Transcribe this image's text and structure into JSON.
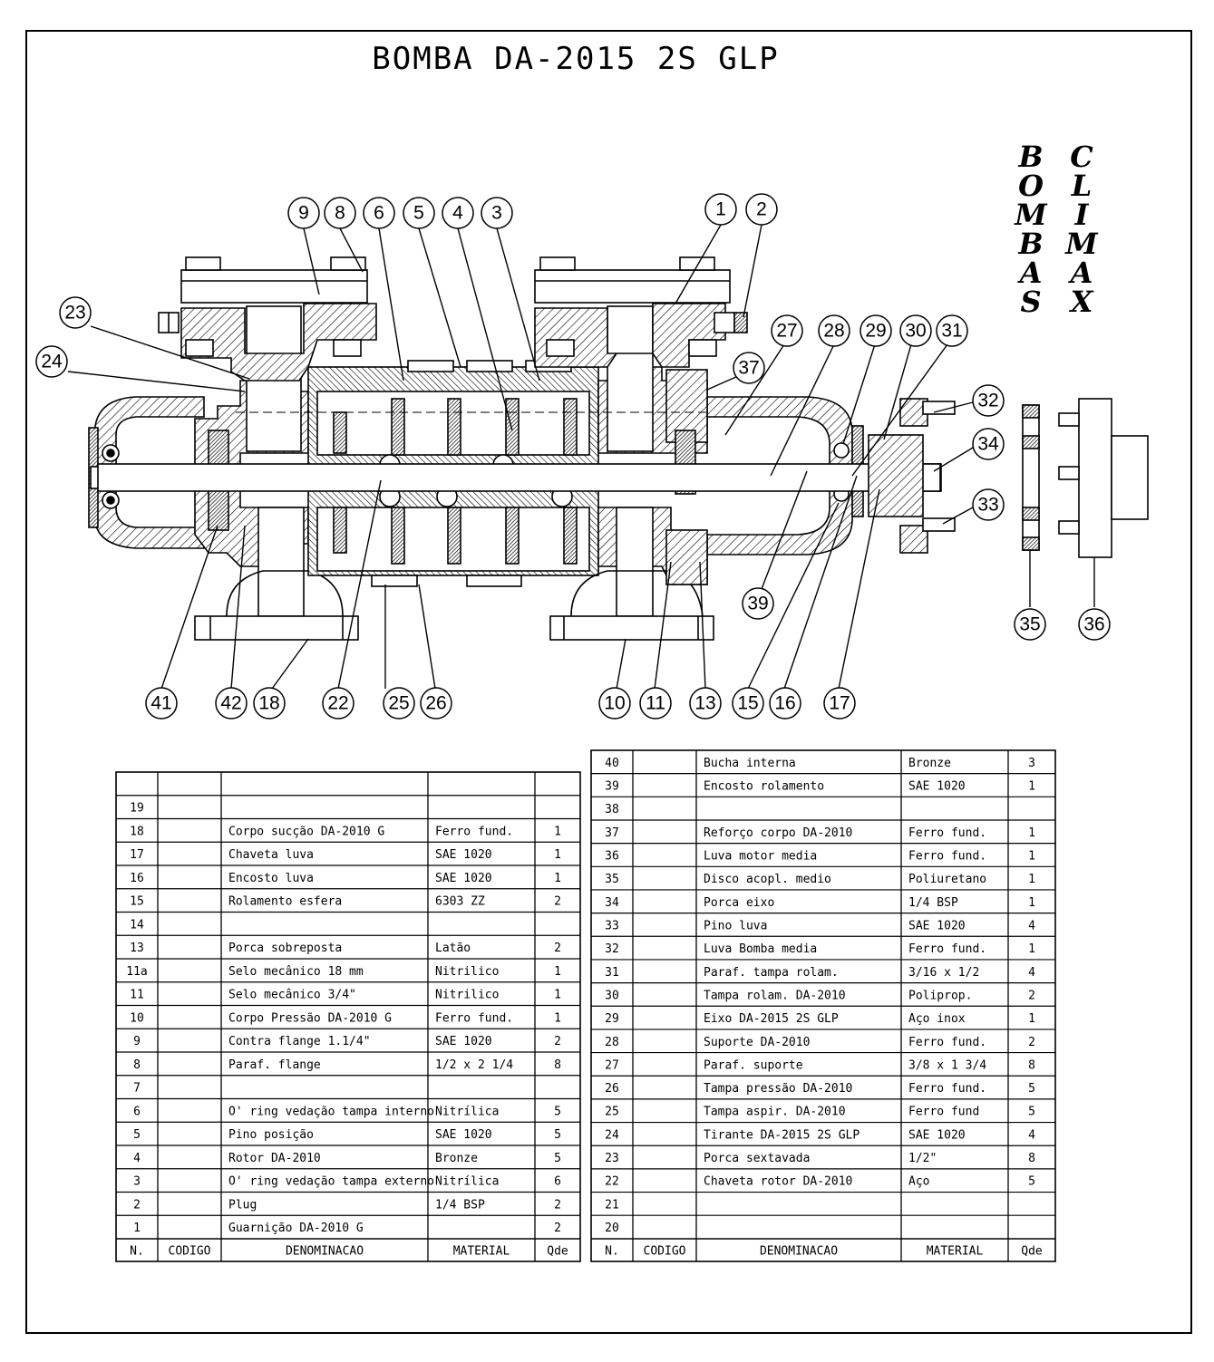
{
  "title": "BOMBA DA-2015 2S GLP",
  "brand": {
    "word1": [
      "B",
      "O",
      "M",
      "B",
      "A",
      "S"
    ],
    "word2": [
      "C",
      "L",
      "I",
      "M",
      "A",
      "X"
    ]
  },
  "callouts": [
    "1",
    "2",
    "3",
    "4",
    "5",
    "6",
    "8",
    "9",
    "10",
    "11",
    "13",
    "15",
    "16",
    "17",
    "18",
    "22",
    "23",
    "24",
    "25",
    "26",
    "27",
    "28",
    "29",
    "30",
    "31",
    "32",
    "33",
    "34",
    "35",
    "36",
    "37",
    "39",
    "41",
    "42"
  ],
  "table_headers": {
    "n": "N.",
    "codigo": "CODIGO",
    "denominacao": "DENOMINACAO",
    "material": "MATERIAL",
    "qde": "Qde"
  },
  "parts_left": [
    {
      "n": "",
      "name": "",
      "material": "",
      "qty": ""
    },
    {
      "n": "19",
      "name": "",
      "material": "",
      "qty": ""
    },
    {
      "n": "18",
      "name": "Corpo sucção DA-2010 G",
      "material": "Ferro fund.",
      "qty": "1"
    },
    {
      "n": "17",
      "name": "Chaveta luva",
      "material": "SAE 1020",
      "qty": "1"
    },
    {
      "n": "16",
      "name": "Encosto luva",
      "material": "SAE 1020",
      "qty": "1"
    },
    {
      "n": "15",
      "name": "Rolamento esfera",
      "material": "6303 ZZ",
      "qty": "2"
    },
    {
      "n": "14",
      "name": "",
      "material": "",
      "qty": ""
    },
    {
      "n": "13",
      "name": "Porca sobreposta",
      "material": "Latão",
      "qty": "2"
    },
    {
      "n": "11a",
      "name": "Selo mecânico 18 mm",
      "material": "Nitrilico",
      "qty": "1"
    },
    {
      "n": "11",
      "name": "Selo mecânico 3/4\"",
      "material": "Nitrilico",
      "qty": "1"
    },
    {
      "n": "10",
      "name": "Corpo Pressão DA-2010 G",
      "material": "Ferro fund.",
      "qty": "1"
    },
    {
      "n": "9",
      "name": "Contra flange 1.1/4\"",
      "material": "SAE 1020",
      "qty": "2"
    },
    {
      "n": "8",
      "name": "Paraf. flange",
      "material": "1/2 x 2 1/4",
      "qty": "8"
    },
    {
      "n": "7",
      "name": "",
      "material": "",
      "qty": ""
    },
    {
      "n": "6",
      "name": "O' ring vedação tampa interno",
      "material": "Nitrílica",
      "qty": "5"
    },
    {
      "n": "5",
      "name": "Pino posição",
      "material": "SAE 1020",
      "qty": "5"
    },
    {
      "n": "4",
      "name": "Rotor DA-2010",
      "material": "Bronze",
      "qty": "5"
    },
    {
      "n": "3",
      "name": "O' ring vedação tampa externo",
      "material": "Nitrílica",
      "qty": "6"
    },
    {
      "n": "2",
      "name": "Plug",
      "material": "1/4 BSP",
      "qty": "2"
    },
    {
      "n": "1",
      "name": "Guarnição DA-2010 G",
      "material": "",
      "qty": "2"
    }
  ],
  "parts_right": [
    {
      "n": "40",
      "name": "Bucha interna",
      "material": "Bronze",
      "qty": "3"
    },
    {
      "n": "39",
      "name": "Encosto rolamento",
      "material": "SAE 1020",
      "qty": "1"
    },
    {
      "n": "38",
      "name": "",
      "material": "",
      "qty": ""
    },
    {
      "n": "37",
      "name": "Reforço corpo DA-2010",
      "material": "Ferro fund.",
      "qty": "1"
    },
    {
      "n": "36",
      "name": "Luva motor media",
      "material": "Ferro fund.",
      "qty": "1"
    },
    {
      "n": "35",
      "name": "Disco acopl. medio",
      "material": "Poliuretano",
      "qty": "1"
    },
    {
      "n": "34",
      "name": "Porca eixo",
      "material": "1/4 BSP",
      "qty": "1"
    },
    {
      "n": "33",
      "name": "Pino luva",
      "material": "SAE 1020",
      "qty": "4"
    },
    {
      "n": "32",
      "name": "Luva Bomba media",
      "material": "Ferro fund.",
      "qty": "1"
    },
    {
      "n": "31",
      "name": "Paraf. tampa rolam.",
      "material": "3/16 x 1/2",
      "qty": "4"
    },
    {
      "n": "30",
      "name": "Tampa rolam. DA-2010",
      "material": "Poliprop.",
      "qty": "2"
    },
    {
      "n": "29",
      "name": "Eixo DA-2015 2S GLP",
      "material": "Aço inox",
      "qty": "1"
    },
    {
      "n": "28",
      "name": "Suporte DA-2010",
      "material": "Ferro fund.",
      "qty": "2"
    },
    {
      "n": "27",
      "name": "Paraf. suporte",
      "material": "3/8 x 1 3/4",
      "qty": "8"
    },
    {
      "n": "26",
      "name": "Tampa pressão DA-2010",
      "material": "Ferro fund.",
      "qty": "5"
    },
    {
      "n": "25",
      "name": "Tampa aspir. DA-2010",
      "material": "Ferro fund",
      "qty": "5"
    },
    {
      "n": "24",
      "name": "Tirante DA-2015 2S GLP",
      "material": "SAE 1020",
      "qty": "4"
    },
    {
      "n": "23",
      "name": "Porca sextavada",
      "material": "1/2\"",
      "qty": "8"
    },
    {
      "n": "22",
      "name": "Chaveta rotor DA-2010",
      "material": "Aço",
      "qty": "5"
    },
    {
      "n": "21",
      "name": "",
      "material": "",
      "qty": ""
    },
    {
      "n": "20",
      "name": "",
      "material": "",
      "qty": ""
    }
  ]
}
